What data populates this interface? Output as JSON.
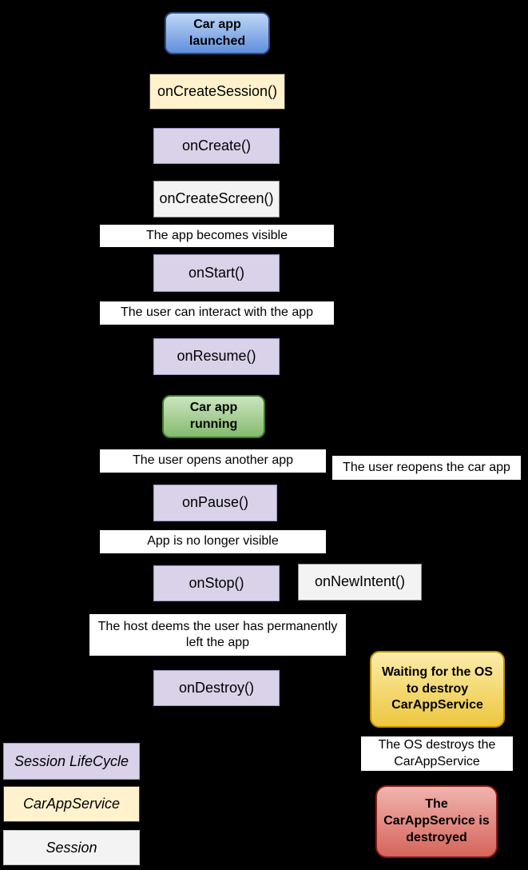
{
  "palette": {
    "canvas_bg": "#000000",
    "text": "#000000",
    "event_bg": "#ffffff",
    "purple_fill": "#d9d2e9",
    "purple_border": "#a096c8",
    "cream_fill": "#fff2cc",
    "cream_border": "#47433b",
    "gray_fill": "#f3f3f3",
    "gray_border": "#8f8f8f",
    "legend_gray_border": "#c6c6c6",
    "blue_top": "#bfd6f6",
    "blue_bottom": "#6090dc",
    "blue_border": "#2b4d87",
    "green_top": "#cce5bf",
    "green_bottom": "#85ba6f",
    "green_border": "#3d7a2d",
    "gold_top": "#fcecaa",
    "gold_bottom": "#edc73e",
    "gold_border": "#bf9000",
    "red_top": "#f1b3ae",
    "red_bottom": "#d5655c",
    "red_border": "#8c1a12"
  },
  "nodes": {
    "car_app_launched": {
      "label": "Car app launched"
    },
    "on_create_session": {
      "label": "onCreateSession()"
    },
    "on_create": {
      "label": "onCreate()"
    },
    "on_create_screen": {
      "label": "onCreateScreen()"
    },
    "app_becomes_visible": {
      "label": "The app becomes visible"
    },
    "on_start": {
      "label": "onStart()"
    },
    "user_can_interact": {
      "label": "The user can interact with the app"
    },
    "on_resume": {
      "label": "onResume()"
    },
    "car_app_running": {
      "label": "Car app running"
    },
    "user_opens_another_app": {
      "label": "The user opens another app"
    },
    "user_reopens_car_app": {
      "label": "The user reopens the car app"
    },
    "on_pause": {
      "label": "onPause()"
    },
    "app_no_longer_visible": {
      "label": "App is no longer visible"
    },
    "on_stop": {
      "label": "onStop()"
    },
    "on_new_intent": {
      "label": "onNewIntent()"
    },
    "host_deems_user_left": {
      "label": "The host deems the user has permanently left the app"
    },
    "on_destroy": {
      "label": "onDestroy()"
    },
    "waiting_os_destroy": {
      "label": "Waiting for the OS to destroy CarAppService"
    },
    "os_destroys_service": {
      "label": "The OS destroys the CarAppService"
    },
    "service_destroyed": {
      "label": "The CarAppService is destroyed"
    }
  },
  "legend": {
    "items": [
      {
        "label": "Session LifeCycle"
      },
      {
        "label": "CarAppService"
      },
      {
        "label": "Session"
      }
    ]
  }
}
